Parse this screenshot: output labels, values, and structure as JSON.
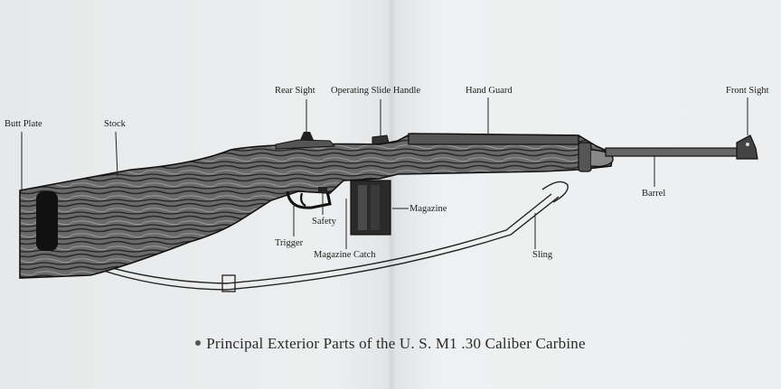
{
  "labels": {
    "rear_sight": "Rear Sight",
    "operating_slide_handle": "Operating Slide Handle",
    "hand_guard": "Hand Guard",
    "front_sight": "Front Sight",
    "butt_plate": "Butt Plate",
    "stock": "Stock",
    "barrel": "Barrel",
    "magazine": "Magazine",
    "safety": "Safety",
    "trigger": "Trigger",
    "magazine_catch": "Magazine Catch",
    "sling": "Sling"
  },
  "caption": "Principal Exterior Parts of the U. S. M1 .30 Caliber Carbine"
}
